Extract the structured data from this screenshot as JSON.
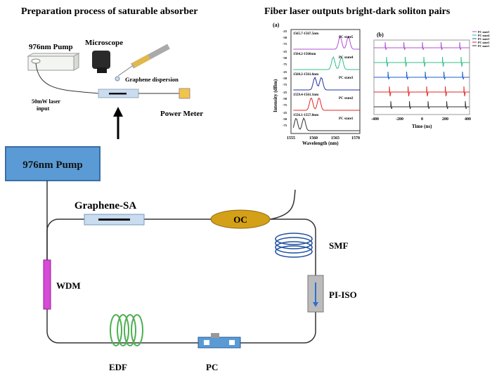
{
  "titles": {
    "left": "Preparation process of saturable absorber",
    "right": "Fiber laser outputs bright-dark soliton pairs"
  },
  "prep": {
    "pump": "976nm  Pump",
    "microscope": "Microscope",
    "graphene": "Graphene dispersion",
    "laser_input_1": "50mW laser",
    "laser_input_2": "input",
    "power_meter": "Power Meter"
  },
  "cavity": {
    "pump": "976nm Pump",
    "sa": "Graphene-SA",
    "oc": "OC",
    "smf": "SMF",
    "wdm": "WDM",
    "iso": "PI-ISO",
    "edf": "EDF",
    "pc": "PC"
  },
  "inset_a": {
    "panel": "(a)",
    "ylabel": "Intensity (dBm)",
    "xlabel": "Wavelength  (nm)",
    "xticks": [
      "1555",
      "1560",
      "1565",
      "1570"
    ],
    "yticks": [
      "-25",
      "-50",
      "-75"
    ],
    "states": [
      {
        "range": "1565.7-1567.5nm",
        "label": "PC state5",
        "color": "#b04fd6"
      },
      {
        "range": "1564.2-1566nm",
        "label": "PC state4",
        "color": "#2fbf8a"
      },
      {
        "range": "1560.2-1561.6nm",
        "label": "PC state3",
        "color": "#2030a8"
      },
      {
        "range": "1559.4-1561.1nm",
        "label": "PC state2",
        "color": "#e02828"
      },
      {
        "range": "1556.1-1557.8nm",
        "label": "PC state1",
        "color": "#333333"
      }
    ]
  },
  "inset_b": {
    "panel": "(b)",
    "xlabel": "Time (ns)",
    "xticks": [
      "-400",
      "-200",
      "0",
      "200",
      "400"
    ],
    "legend": [
      "PC state5",
      "PC state4",
      "PC state3",
      "PC state2",
      "PC state1"
    ],
    "colors": [
      "#b04fd6",
      "#2fbf8a",
      "#1a5fd0",
      "#e02828",
      "#333333"
    ]
  }
}
